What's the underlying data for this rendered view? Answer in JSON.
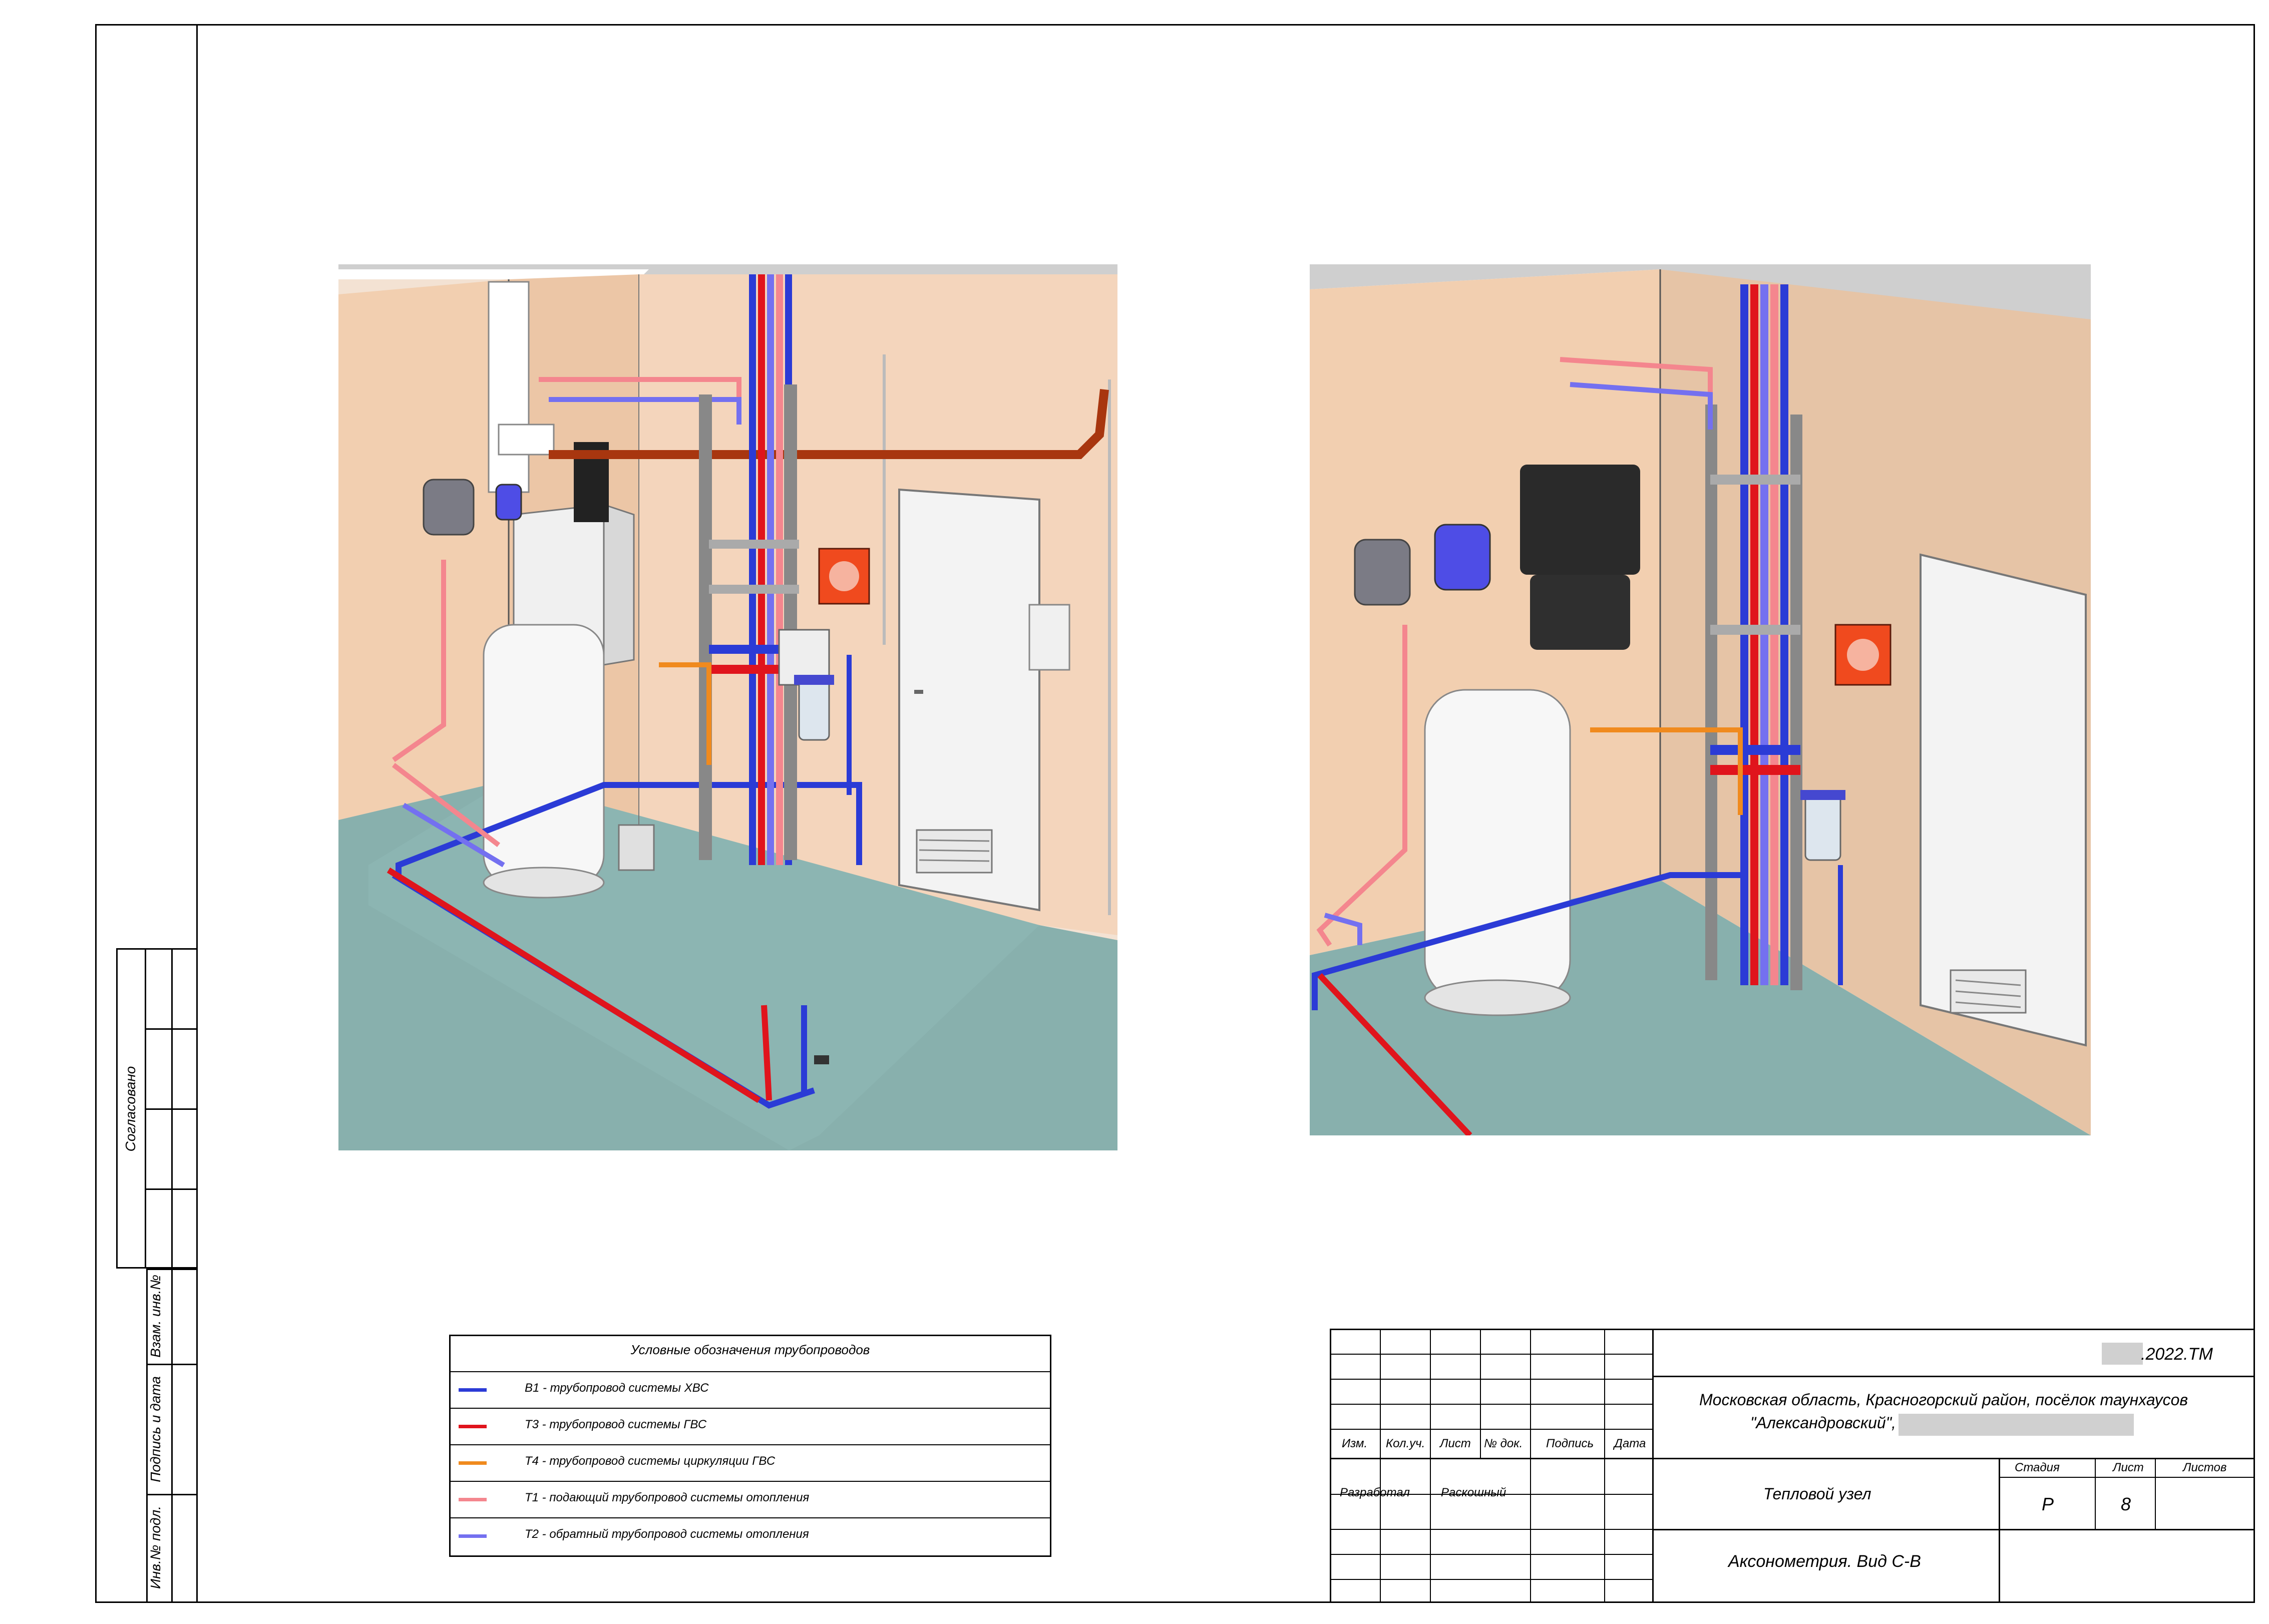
{
  "side_stamp": {
    "agreed_label": "Согласовано",
    "replace_inv_label": "Взам. инв.№",
    "sign_date_label": "Подпись и дата",
    "inv_orig_label": "Инв.№ подл."
  },
  "legend": {
    "title": "Условные обозначения трубопроводов",
    "items": [
      {
        "code": "cold-water",
        "color": "#2b3bd6",
        "label": "В1 - трубопровод системы ХВС"
      },
      {
        "code": "hot-water",
        "color": "#e0141c",
        "label": "Т3 - трубопровод системы ГВС"
      },
      {
        "code": "dhw-recirculation",
        "color": "#f08a1e",
        "label": "Т4 - трубопровод системы циркуляции ГВС"
      },
      {
        "code": "heating-supply",
        "color": "#f4868e",
        "label": "Т1 - подающий трубопровод системы отопления"
      },
      {
        "code": "heating-return",
        "color": "#7470f0",
        "label": "Т2 - обратный трубопровод системы отопления"
      }
    ]
  },
  "title_block": {
    "doc_code": ".2022.ТМ",
    "address_line1": "Московская область, Красногорский район, посёлок таунхаусов",
    "address_line2": "\"Александровский\",",
    "col_headers": [
      "Изм.",
      "Кол.уч.",
      "Лист",
      "№ док.",
      "Подпись",
      "Дата"
    ],
    "developed_label": "Разработал",
    "developer_name": "Раскошный",
    "object_name": "Тепловой узел",
    "sheet_title": "Аксонометрия. Вид С-В",
    "stage_label": "Стадия",
    "sheet_label": "Лист",
    "sheets_label": "Листов",
    "stage_value": "Р",
    "sheet_value": "8",
    "sheets_value": ""
  },
  "colors": {
    "wall_left": "#f2cfb0",
    "wall_back": "#e9c7a6",
    "floor": "#88b0ad",
    "cold": "#2b3bd6",
    "hot": "#e0141c",
    "heating_supply": "#f4868e",
    "heating_return": "#7470f0",
    "recirculation": "#f08a1e",
    "flue_insulated": "#a8360f"
  },
  "icons": [
    "boiler-icon",
    "water-heater-tank-icon",
    "expansion-tank-icon",
    "manifold-icon",
    "filter-icon",
    "fire-alarm-box-icon",
    "door-icon",
    "ventilation-grille-icon",
    "floor-drain-icon"
  ]
}
